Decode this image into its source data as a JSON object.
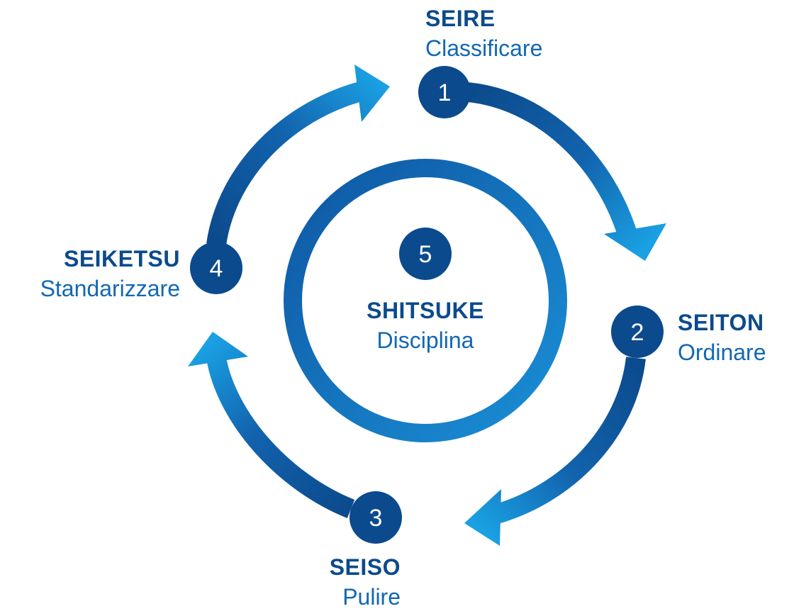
{
  "colors": {
    "dark_blue": "#0b4a8c",
    "mid_blue": "#1267b5",
    "light_blue": "#1798dd",
    "white": "#ffffff"
  },
  "steps": [
    {
      "number": "1",
      "title": "SEIRE",
      "subtitle": "Classificare"
    },
    {
      "number": "2",
      "title": "SEITON",
      "subtitle": "Ordinare"
    },
    {
      "number": "3",
      "title": "SEISO",
      "subtitle": "Pulire"
    },
    {
      "number": "4",
      "title": "SEIKETSU",
      "subtitle": "Standarizzare"
    }
  ],
  "center": {
    "number": "5",
    "title": "SHITSUKE",
    "subtitle": "Disciplina"
  }
}
